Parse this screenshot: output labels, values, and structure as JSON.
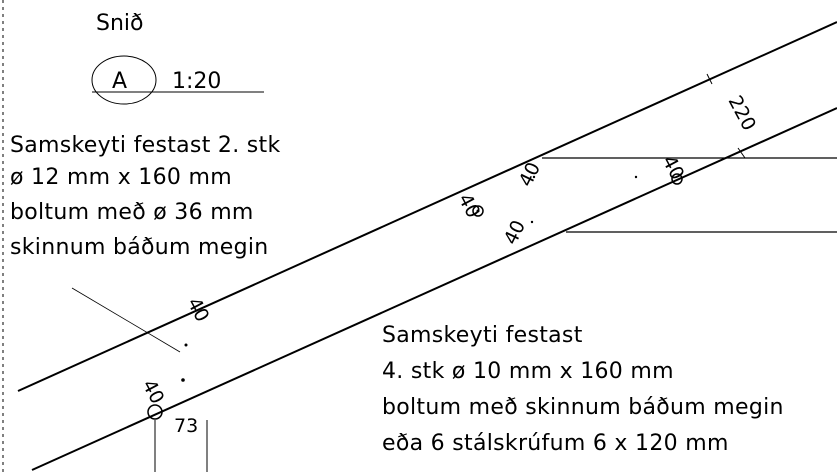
{
  "section": {
    "title": "Snið",
    "marker": "A",
    "scale": "1:20"
  },
  "note_top": {
    "lines": [
      "Samskeyti festast 2. stk",
      "ø 12 mm x 160 mm",
      "boltum með ø 36 mm",
      "skinnum báðum megin"
    ]
  },
  "note_bottom": {
    "lines": [
      "Samskeyti festast",
      "4. stk ø 10 mm x 160 mm",
      "boltum með skinnum báðum megin",
      "eða 6 stálskrúfum 6 x 120 mm"
    ]
  },
  "dimensions": {
    "beam_depth": "220",
    "edge_1": "40",
    "edge_2": "40",
    "edge_3": "40",
    "edge_4": "40",
    "edge_5": "40",
    "edge_6": "40",
    "bottom": "73"
  }
}
